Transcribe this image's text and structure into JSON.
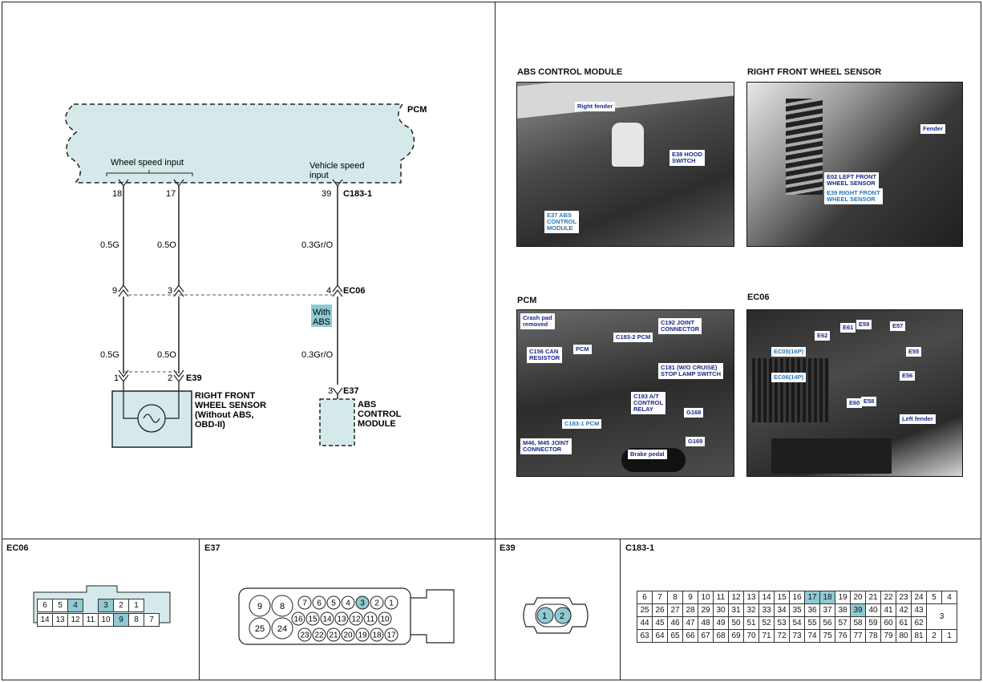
{
  "schematic": {
    "pcm_label": "PCM",
    "wheel_speed_input": "Wheel speed input",
    "vehicle_speed_input_1": "Vehicle speed",
    "vehicle_speed_input_2": "input",
    "pin_18": "18",
    "pin_17": "17",
    "pin_39": "39",
    "c183": "C183-1",
    "wire_05g_top": "0.5G",
    "wire_05o_top": "0.5O",
    "wire_03gro_top": "0.3Gr/O",
    "pin_9": "9",
    "pin_3": "3",
    "pin_4": "4",
    "ec06": "EC06",
    "with_abs_1": "With",
    "with_abs_2": "ABS",
    "wire_05g_bot": "0.5G",
    "wire_05o_bot": "0.5O",
    "wire_03gro_bot": "0.3Gr/O",
    "pin_1": "1",
    "pin_2": "2",
    "e39": "E39",
    "pin_3b": "3",
    "e37": "E37",
    "sensor_label_1": "RIGHT FRONT",
    "sensor_label_2": "WHEEL SENSOR",
    "sensor_label_3": "(Without ABS,",
    "sensor_label_4": "OBD-II)",
    "abs_label_1": "ABS",
    "abs_label_2": "CONTROL",
    "abs_label_3": "MODULE"
  },
  "photos": {
    "abs": {
      "title": "ABS CONTROL MODULE",
      "callouts": [
        "Right fender",
        "E38 HOOD\nSWITCH",
        "E37 ABS\nCONTROL\nMODULE"
      ]
    },
    "rfws": {
      "title": "RIGHT FRONT WHEEL SENSOR",
      "callouts": [
        "Fender",
        "E02 LEFT FRONT\nWHEEL SENSOR",
        "E39 RIGHT FRONT\nWHEEL SENSOR"
      ]
    },
    "pcm": {
      "title": "PCM",
      "callouts": [
        "Crash pad\nremoved",
        "C192 JOINT\nCONNECTOR",
        "C183-2 PCM",
        "PCM",
        "C156 CAN\nRESISTOR",
        "C181 (W/O CRUISE)\nSTOP LAMP SWITCH",
        "C193 A/T\nCONTROL\nRELAY",
        "G168",
        "C183-1 PCM",
        "M46, M45 JOINT\nCONNECTOR",
        "G169",
        "Brake pedal"
      ]
    },
    "ec06": {
      "title": "EC06",
      "callouts": [
        "E61",
        "E59",
        "E57",
        "E62",
        "EC05(16P)",
        "E55",
        "EC06(14P)",
        "E56",
        "E60",
        "E58",
        "Left fender"
      ]
    }
  },
  "connectors": {
    "ec06": {
      "title": "EC06",
      "row1": [
        "6",
        "5",
        "4",
        "",
        "3",
        "2",
        "1"
      ],
      "row2": [
        "14",
        "13",
        "12",
        "11",
        "10",
        "9",
        "8",
        "7"
      ],
      "highlight": [
        "4",
        "3",
        "9"
      ]
    },
    "e37": {
      "title": "E37",
      "big": [
        "9",
        "8",
        "25",
        "24"
      ],
      "row1": [
        "7",
        "6",
        "5",
        "4",
        "3",
        "2",
        "1"
      ],
      "row2": [
        "16",
        "15",
        "14",
        "13",
        "12",
        "11",
        "10"
      ],
      "row3": [
        "23",
        "22",
        "21",
        "20",
        "19",
        "18",
        "17"
      ],
      "highlight": [
        "3"
      ]
    },
    "e39": {
      "title": "E39",
      "pins": [
        "1",
        "2"
      ]
    },
    "c183": {
      "title": "C183-1",
      "row1": [
        "6",
        "7",
        "8",
        "9",
        "10",
        "11",
        "12",
        "13",
        "14",
        "15",
        "16",
        "17",
        "18",
        "19",
        "20",
        "21",
        "22",
        "23",
        "24",
        "5",
        "4"
      ],
      "row2": [
        "25",
        "26",
        "27",
        "28",
        "29",
        "30",
        "31",
        "32",
        "33",
        "34",
        "35",
        "36",
        "37",
        "38",
        "39",
        "40",
        "41",
        "42",
        "43"
      ],
      "row3": [
        "44",
        "45",
        "46",
        "47",
        "48",
        "49",
        "50",
        "51",
        "52",
        "53",
        "54",
        "55",
        "56",
        "57",
        "58",
        "59",
        "60",
        "61",
        "62"
      ],
      "row4": [
        "63",
        "64",
        "65",
        "66",
        "67",
        "68",
        "69",
        "70",
        "71",
        "72",
        "73",
        "74",
        "75",
        "76",
        "77",
        "78",
        "79",
        "80",
        "81",
        "2",
        "1"
      ],
      "merged": "3",
      "highlight": [
        "17",
        "18",
        "39"
      ]
    }
  }
}
